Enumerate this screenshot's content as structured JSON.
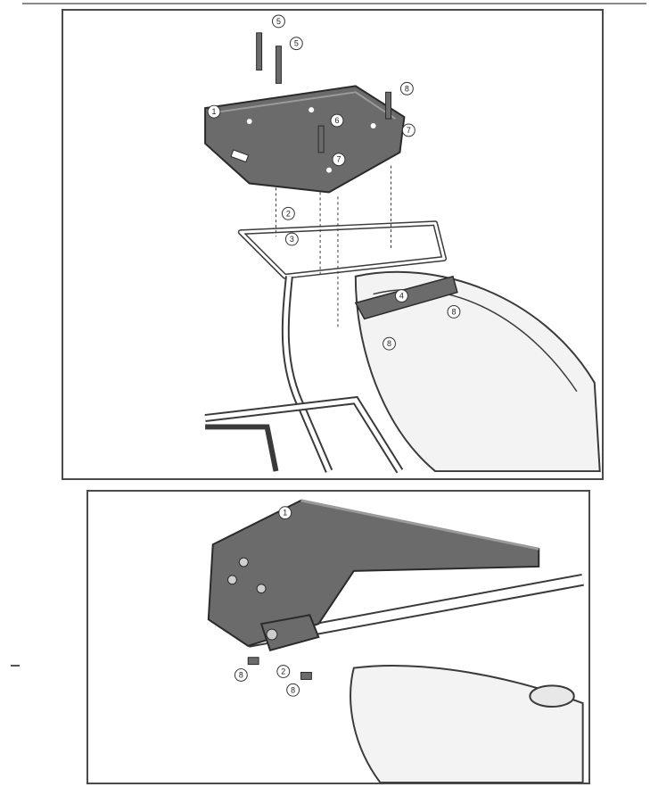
{
  "callouts_top": [
    {
      "id": "c1",
      "label": "5"
    },
    {
      "id": "c2",
      "label": "5"
    },
    {
      "id": "c3",
      "label": "8"
    },
    {
      "id": "c4",
      "label": "1"
    },
    {
      "id": "c5",
      "label": "6"
    },
    {
      "id": "c6",
      "label": "7"
    },
    {
      "id": "c7",
      "label": "7"
    },
    {
      "id": "c8",
      "label": "2"
    },
    {
      "id": "c9",
      "label": "3"
    },
    {
      "id": "c10",
      "label": "4"
    },
    {
      "id": "c11",
      "label": "8"
    },
    {
      "id": "c12",
      "label": "8"
    }
  ],
  "callouts_bottom": [
    {
      "id": "b1",
      "label": "1"
    },
    {
      "id": "b2",
      "label": "8"
    },
    {
      "id": "b3",
      "label": "2"
    },
    {
      "id": "b4",
      "label": "8"
    }
  ],
  "colors": {
    "metal_plate": "#6b6b6b",
    "line": "#3a3a3a",
    "frame_fill": "#f2f2f2"
  }
}
